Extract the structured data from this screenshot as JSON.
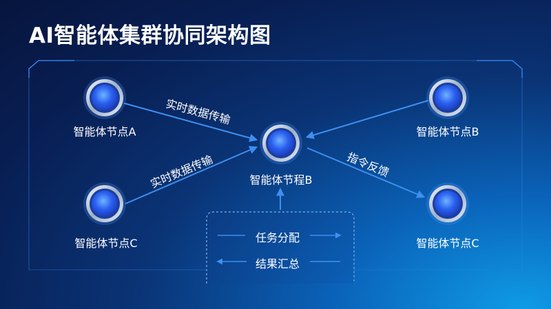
{
  "title": "AI智能体集群协同架构图",
  "colors": {
    "frame": "#2f7fe8",
    "arrow": "#3f8ff0",
    "node_core": "#2a5ff0",
    "node_ring": "#d6dde8"
  },
  "nodes": {
    "top_left": {
      "label": "智能体节点A"
    },
    "top_right": {
      "label": "智能体节点B"
    },
    "center": {
      "label": "智能体节程B"
    },
    "bottom_left": {
      "label": "智能体节点C"
    },
    "bottom_right": {
      "label": "智能体节点C"
    }
  },
  "edges": {
    "a_to_center": "实时数据传输",
    "c_to_center": "实时数据传输",
    "center_to_br": "指令反馈"
  },
  "coordination_box": {
    "task_allocation": "任务分配",
    "result_summary": "结果汇总"
  }
}
